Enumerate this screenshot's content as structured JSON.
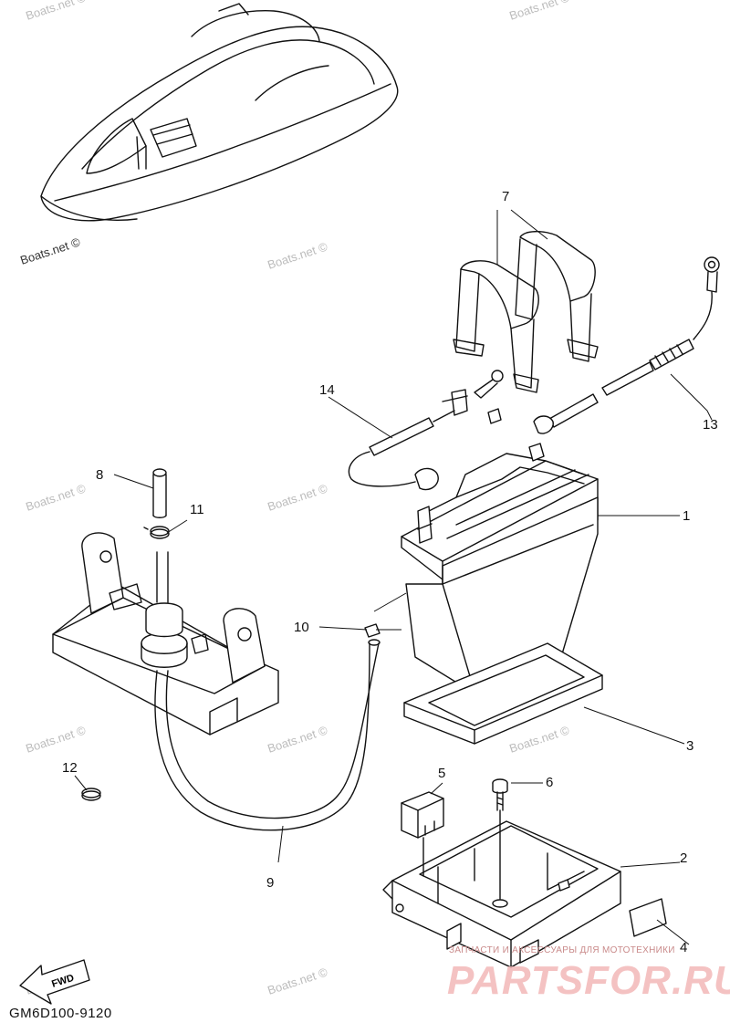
{
  "diagram": {
    "code": "GM6D100-9120",
    "fwd_label": "FWD",
    "callouts": [
      "1",
      "2",
      "3",
      "4",
      "5",
      "6",
      "7",
      "8",
      "9",
      "10",
      "11",
      "12",
      "13",
      "14"
    ],
    "watermark_text": "Boats.net ©",
    "promo_text": "ЗАПЧАСТИ И АКСЕССУАРЫ ДЛЯ МОТОТЕХНИКИ",
    "brand_text": "PARTSFOR.RU"
  }
}
